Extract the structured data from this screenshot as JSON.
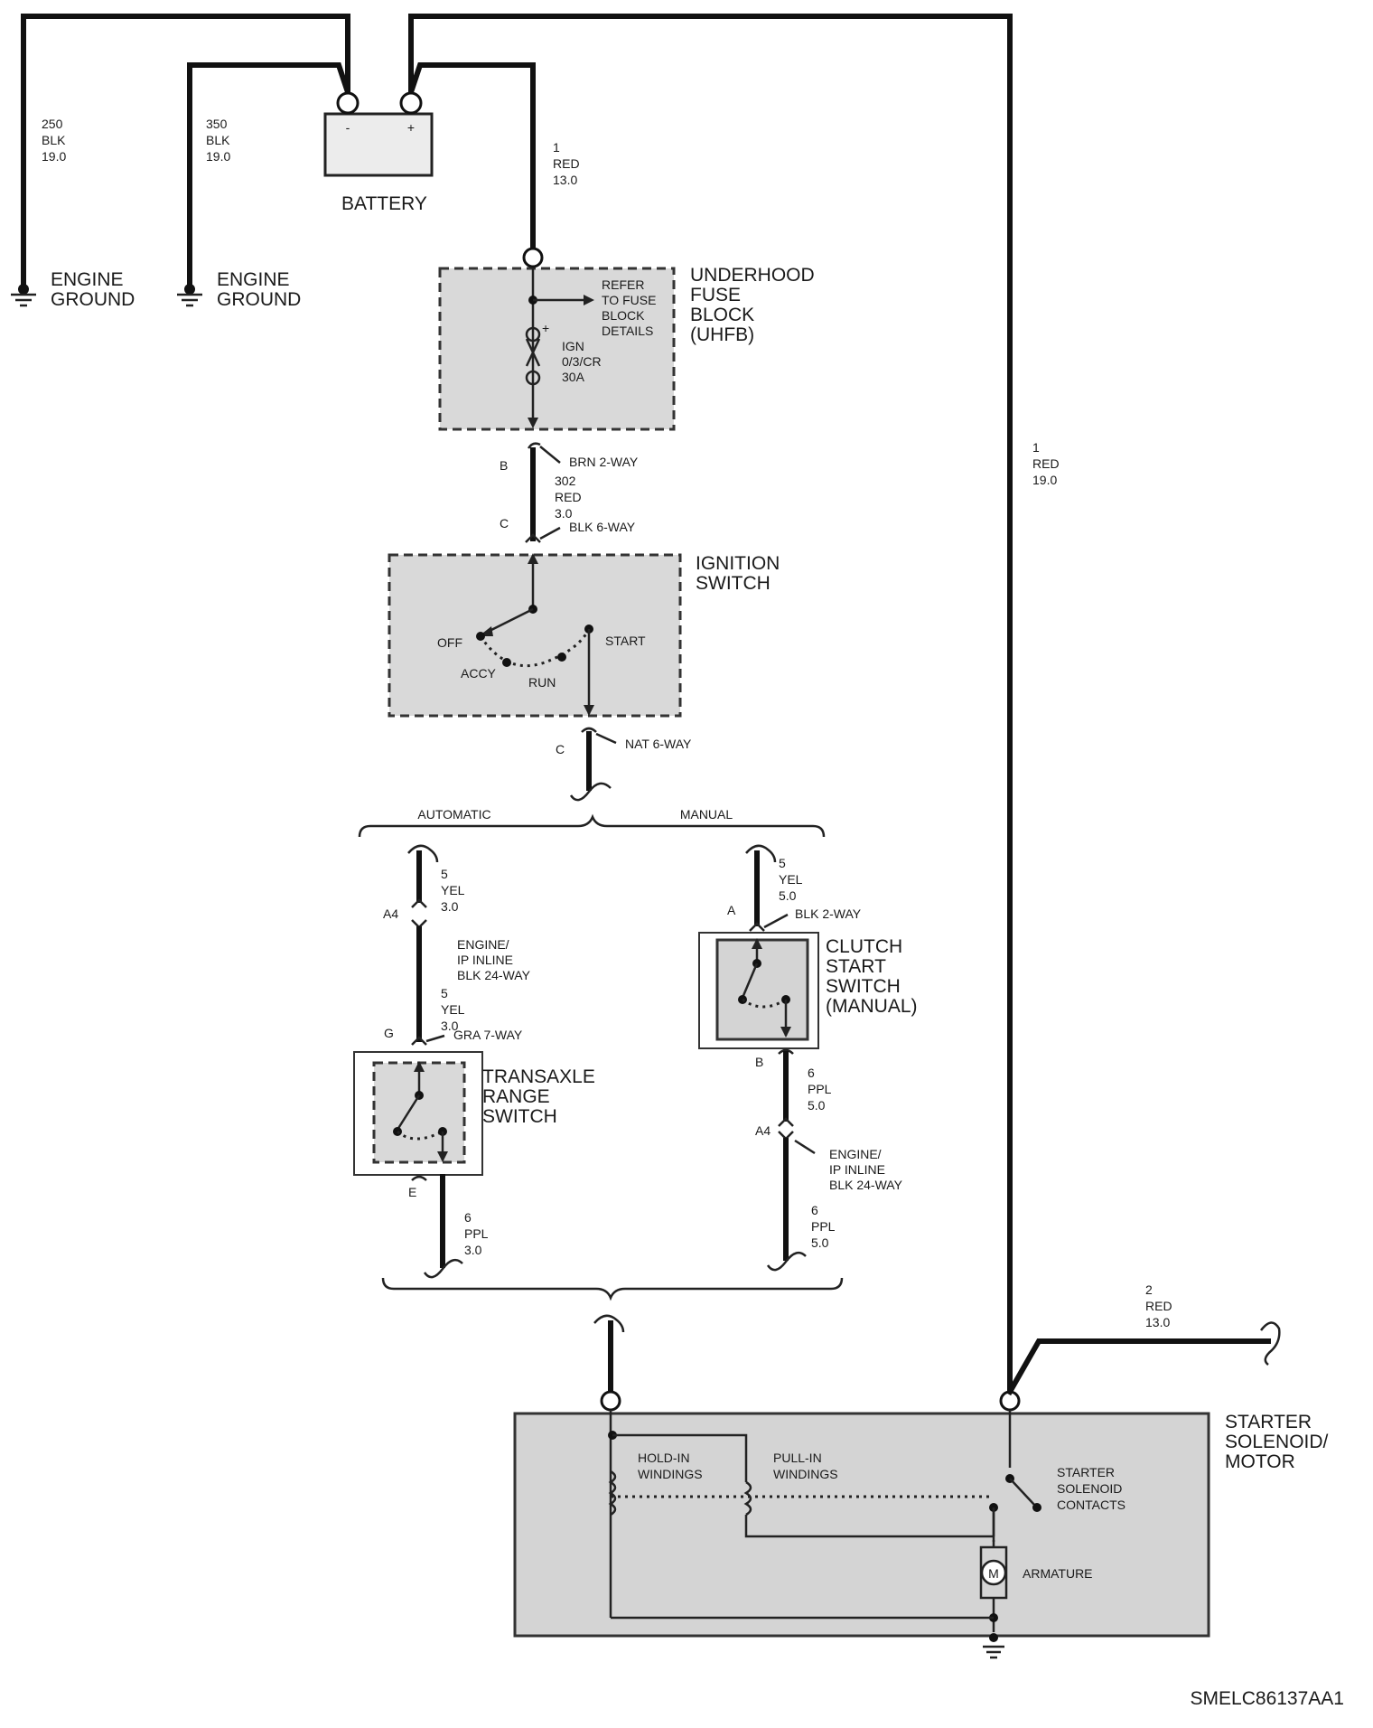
{
  "battery": {
    "label": "BATTERY",
    "neg_symbol": "-",
    "pos_symbol": "+",
    "wire_250": {
      "num": "250",
      "color": "BLK",
      "size": "19.0"
    },
    "wire_350": {
      "num": "350",
      "color": "BLK",
      "size": "19.0"
    },
    "wire_1_fuse": {
      "num": "1",
      "color": "RED",
      "size": "13.0"
    },
    "wire_1_starter": {
      "num": "1",
      "color": "RED",
      "size": "19.0"
    }
  },
  "grounds": [
    {
      "line1": "ENGINE",
      "line2": "GROUND"
    },
    {
      "line1": "ENGINE",
      "line2": "GROUND"
    }
  ],
  "fuse_block": {
    "title": [
      "UNDERHOOD",
      "FUSE",
      "BLOCK",
      "(UHFB)"
    ],
    "refer": [
      "REFER",
      "TO FUSE",
      "BLOCK",
      "DETAILS"
    ],
    "fuse": [
      "IGN",
      "0/3/CR",
      "30A"
    ],
    "plus": "+"
  },
  "conn_upper": {
    "pin_b": "B",
    "pin_c": "C",
    "brn": "BRN 2-WAY",
    "blk": "BLK 6-WAY",
    "wire": {
      "num": "302",
      "color": "RED",
      "size": "3.0"
    }
  },
  "ignition": {
    "title": [
      "IGNITION",
      "SWITCH"
    ],
    "positions": {
      "off": "OFF",
      "accy": "ACCY",
      "run": "RUN",
      "start": "START"
    }
  },
  "conn_nat": {
    "pin": "C",
    "label": "NAT 6-WAY"
  },
  "branches": {
    "automatic": "AUTOMATIC",
    "manual": "MANUAL"
  },
  "automatic": {
    "wire_top": {
      "num": "5",
      "color": "YEL",
      "size": "3.0"
    },
    "pin_a4": "A4",
    "inline": [
      "ENGINE/",
      "IP INLINE",
      "BLK 24-WAY"
    ],
    "wire_mid": {
      "num": "5",
      "color": "YEL",
      "size": "3.0"
    },
    "pin_g": "G",
    "gra": "GRA 7-WAY",
    "switch_title": [
      "TRANSAXLE",
      "RANGE",
      "SWITCH"
    ],
    "pin_e": "E",
    "wire_bot": {
      "num": "6",
      "color": "PPL",
      "size": "3.0"
    }
  },
  "manual": {
    "wire_top": {
      "num": "5",
      "color": "YEL",
      "size": "5.0"
    },
    "pin_a": "A",
    "blk": "BLK 2-WAY",
    "switch_title": [
      "CLUTCH",
      "START",
      "SWITCH",
      "(MANUAL)"
    ],
    "pin_b": "B",
    "wire_mid": {
      "num": "6",
      "color": "PPL",
      "size": "5.0"
    },
    "pin_a4": "A4",
    "inline": [
      "ENGINE/",
      "IP INLINE",
      "BLK 24-WAY"
    ],
    "wire_bot": {
      "num": "6",
      "color": "PPL",
      "size": "5.0"
    }
  },
  "starter": {
    "title": [
      "STARTER",
      "SOLENOID/",
      "MOTOR"
    ],
    "hold_in": [
      "HOLD-IN",
      "WINDINGS"
    ],
    "pull_in": [
      "PULL-IN",
      "WINDINGS"
    ],
    "contacts": [
      "STARTER",
      "SOLENOID",
      "CONTACTS"
    ],
    "armature": "ARMATURE",
    "motor_symbol": "M",
    "wire_2": {
      "num": "2",
      "color": "RED",
      "size": "13.0"
    }
  },
  "figure_code": "SMELC86137AA1"
}
